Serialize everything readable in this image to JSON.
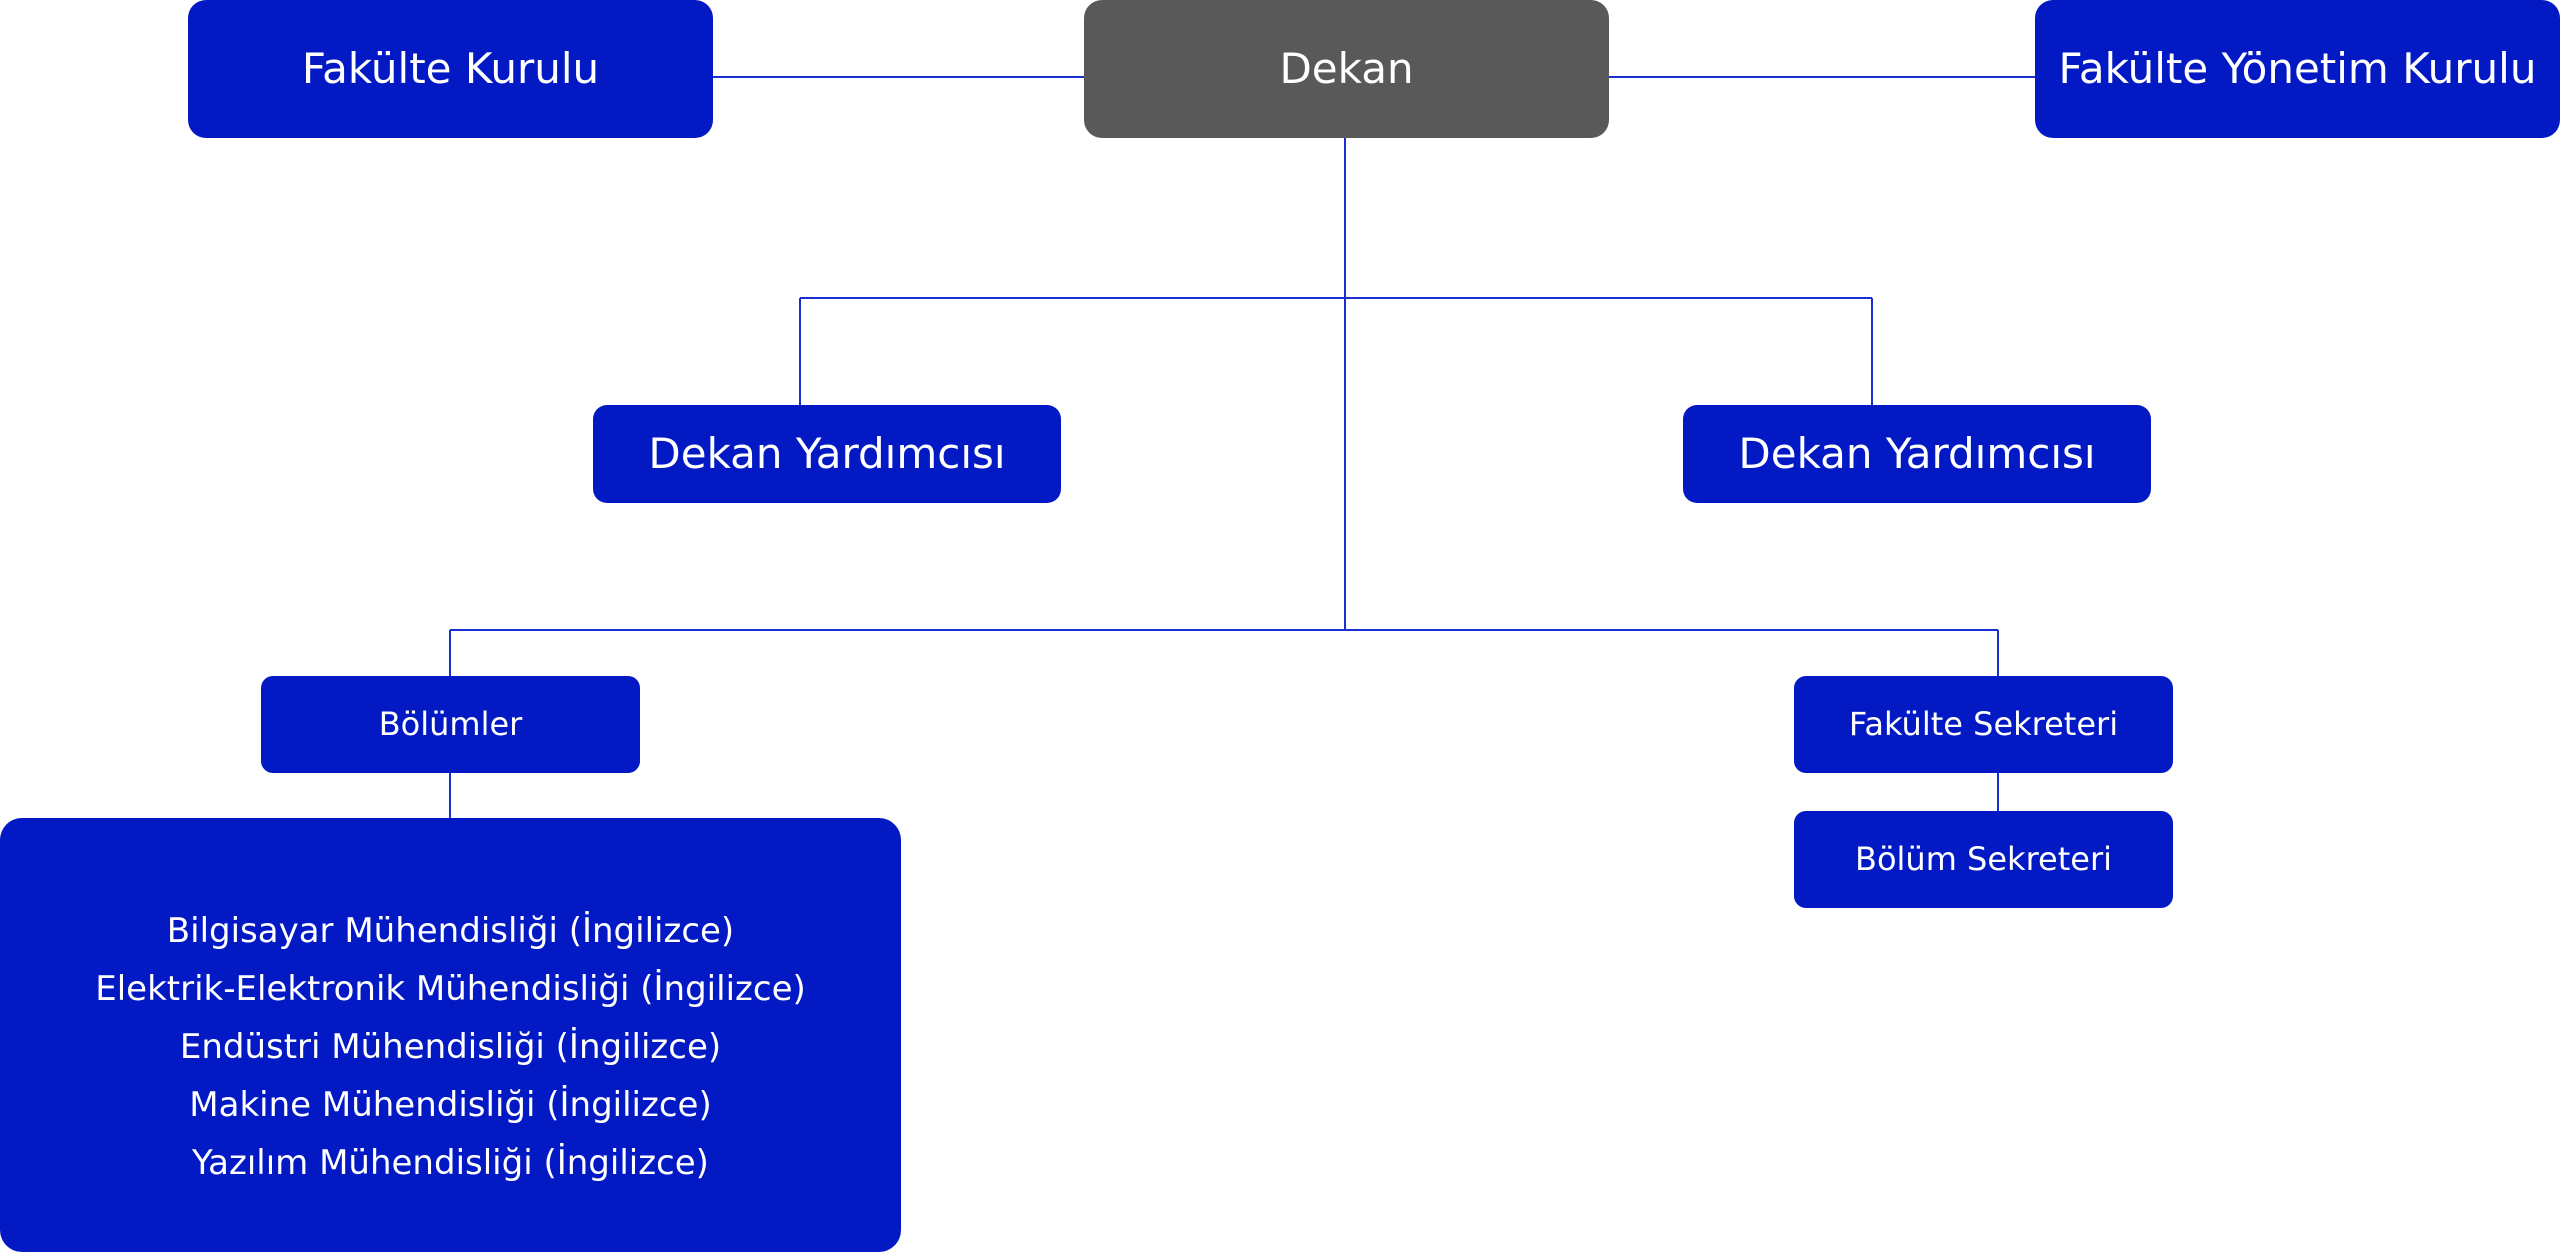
{
  "colors": {
    "box_fill": "#0219c4",
    "root_fill": "#595959",
    "connector": "#1a2fd0",
    "text": "#ffffff"
  },
  "nodes": {
    "faculty_board": "Fakülte Kurulu",
    "dean": "Dekan",
    "faculty_executive_board": "Fakülte Yönetim Kurulu",
    "vice_dean_1": "Dekan Yardımcısı",
    "vice_dean_2": "Dekan Yardımcısı",
    "departments": "Bölümler",
    "faculty_secretary": "Fakülte Sekreteri",
    "department_secretary": "Bölüm Sekreteri"
  },
  "department_list": [
    "Bilgisayar Mühendisliği (İngilizce)",
    "Elektrik-Elektronik Mühendisliği (İngilizce)",
    "Endüstri Mühendisliği (İngilizce)",
    "Makine Mühendisliği (İngilizce)",
    "Yazılım Mühendisliği (İngilizce)"
  ]
}
